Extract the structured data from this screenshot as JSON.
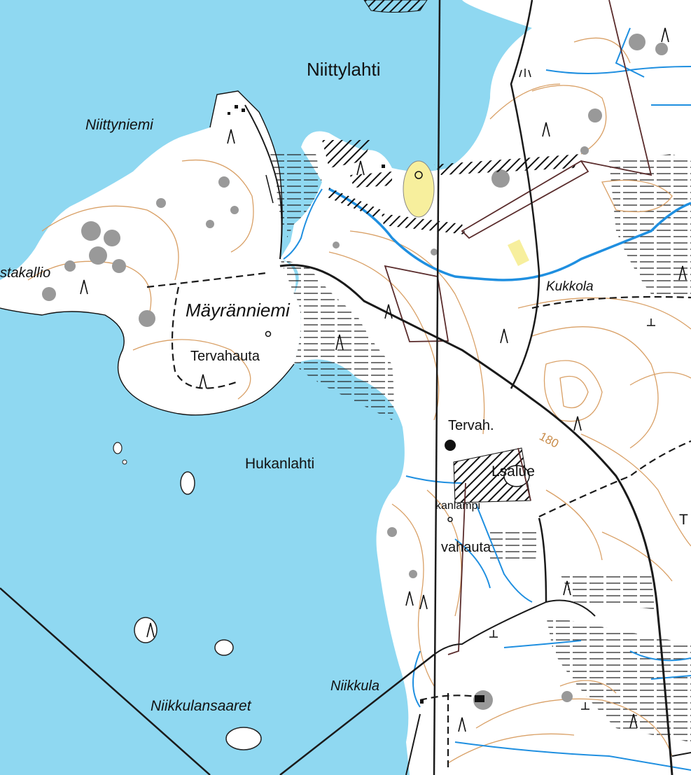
{
  "map": {
    "colors": {
      "water": "#8fd8f1",
      "land": "#ffffff",
      "contour": "#d9a066",
      "stream": "#1f8fe0",
      "road": "#1a1a1a",
      "boundary": "#5a2c2c",
      "field": "#f7ef9d"
    },
    "place_names": {
      "niittylahti": "Niittylahti",
      "niittyniemi": "Niittyniemi",
      "kallio": "stakallio",
      "mayranniemi": "Mäyränniemi",
      "tervahauta_west": "Tervahauta",
      "kukkola": "Kukkola",
      "tervah": "Tervah.",
      "hukanlahti": "Hukanlahti",
      "alue": "Lsalue",
      "lampi": "kanlampi",
      "vahauta": "vahauta",
      "niikkula": "Niikkula",
      "niikkulansaaret": "Niikkulansaaret",
      "edge_t": "T",
      "contour_value": "180"
    }
  }
}
